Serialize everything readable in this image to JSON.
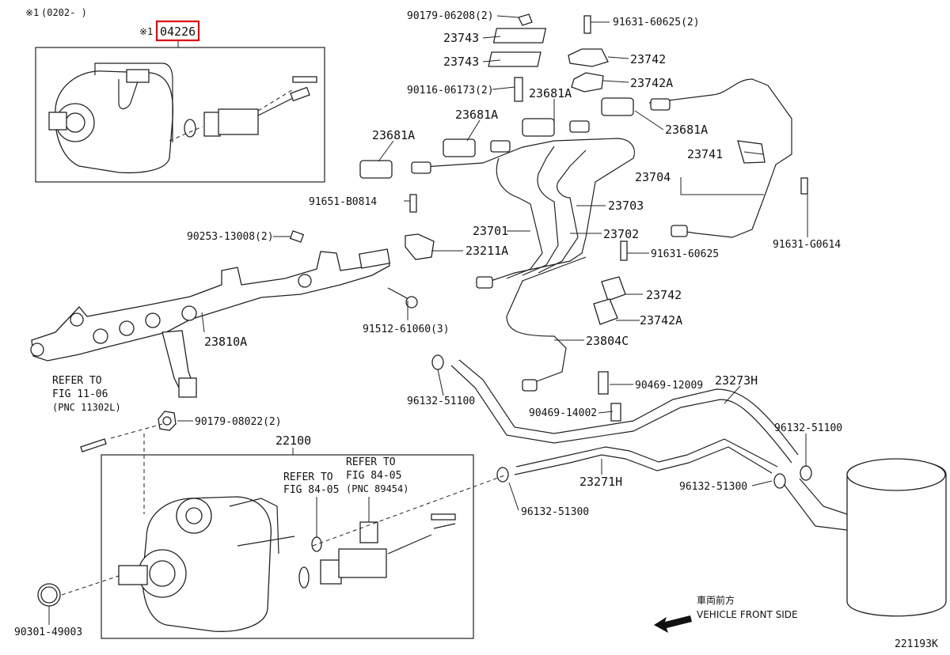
{
  "header": {
    "note_prefix": "※1",
    "note_range": "(0202-     )",
    "highlight_prefix": "※1",
    "highlight_code": "04226"
  },
  "labels": {
    "p90179_06208": "90179-06208(2)",
    "p91631_60625_2": "91631-60625(2)",
    "p23743_a": "23743",
    "p23743_b": "23743",
    "p23742_a": "23742",
    "p90116": "90116-06173(2)",
    "p23742A_a": "23742A",
    "p23681A_1": "23681A",
    "p23681A_2": "23681A",
    "p23681A_3": "23681A",
    "p23681A_4": "23681A",
    "p23741": "23741",
    "p23704": "23704",
    "p91651": "91651-B0814",
    "p23703": "23703",
    "p90253": "90253-13008(2)",
    "p23701": "23701",
    "p23702": "23702",
    "p23211A": "23211A",
    "p91631_60625": "91631-60625",
    "p91631_G0614": "91631-G0614",
    "p23742_b": "23742",
    "p23742A_b": "23742A",
    "p91512": "91512-61060(3)",
    "p23810A": "23810A",
    "p23804C": "23804C",
    "p96132_51100_a": "96132-51100",
    "p90469_12009": "90469-12009",
    "p23273H": "23273H",
    "p90469_14002": "90469-14002",
    "p96132_51100_b": "96132-51100",
    "p90179_08022": "90179-08022(2)",
    "p22100": "22100",
    "p23271H": "23271H",
    "p96132_51300_a": "96132-51300",
    "p96132_51300_b": "96132-51300",
    "p90301": "90301-49003"
  },
  "references": {
    "ref_11_06": {
      "line1": "REFER TO",
      "line2": "FIG 11-06",
      "line3": "(PNC 11302L)"
    },
    "ref_84_05_a": {
      "line1": "REFER TO",
      "line2": "FIG 84-05"
    },
    "ref_84_05_b": {
      "line1": "REFER TO",
      "line2": "FIG 84-05",
      "line3": "(PNC 89454)"
    }
  },
  "footer": {
    "direction_jp": "車両前方",
    "direction_en": "VEHICLE FRONT SIDE",
    "figure_code": "221193K"
  },
  "colors": {
    "highlight": "#e00000",
    "line": "#222222"
  }
}
